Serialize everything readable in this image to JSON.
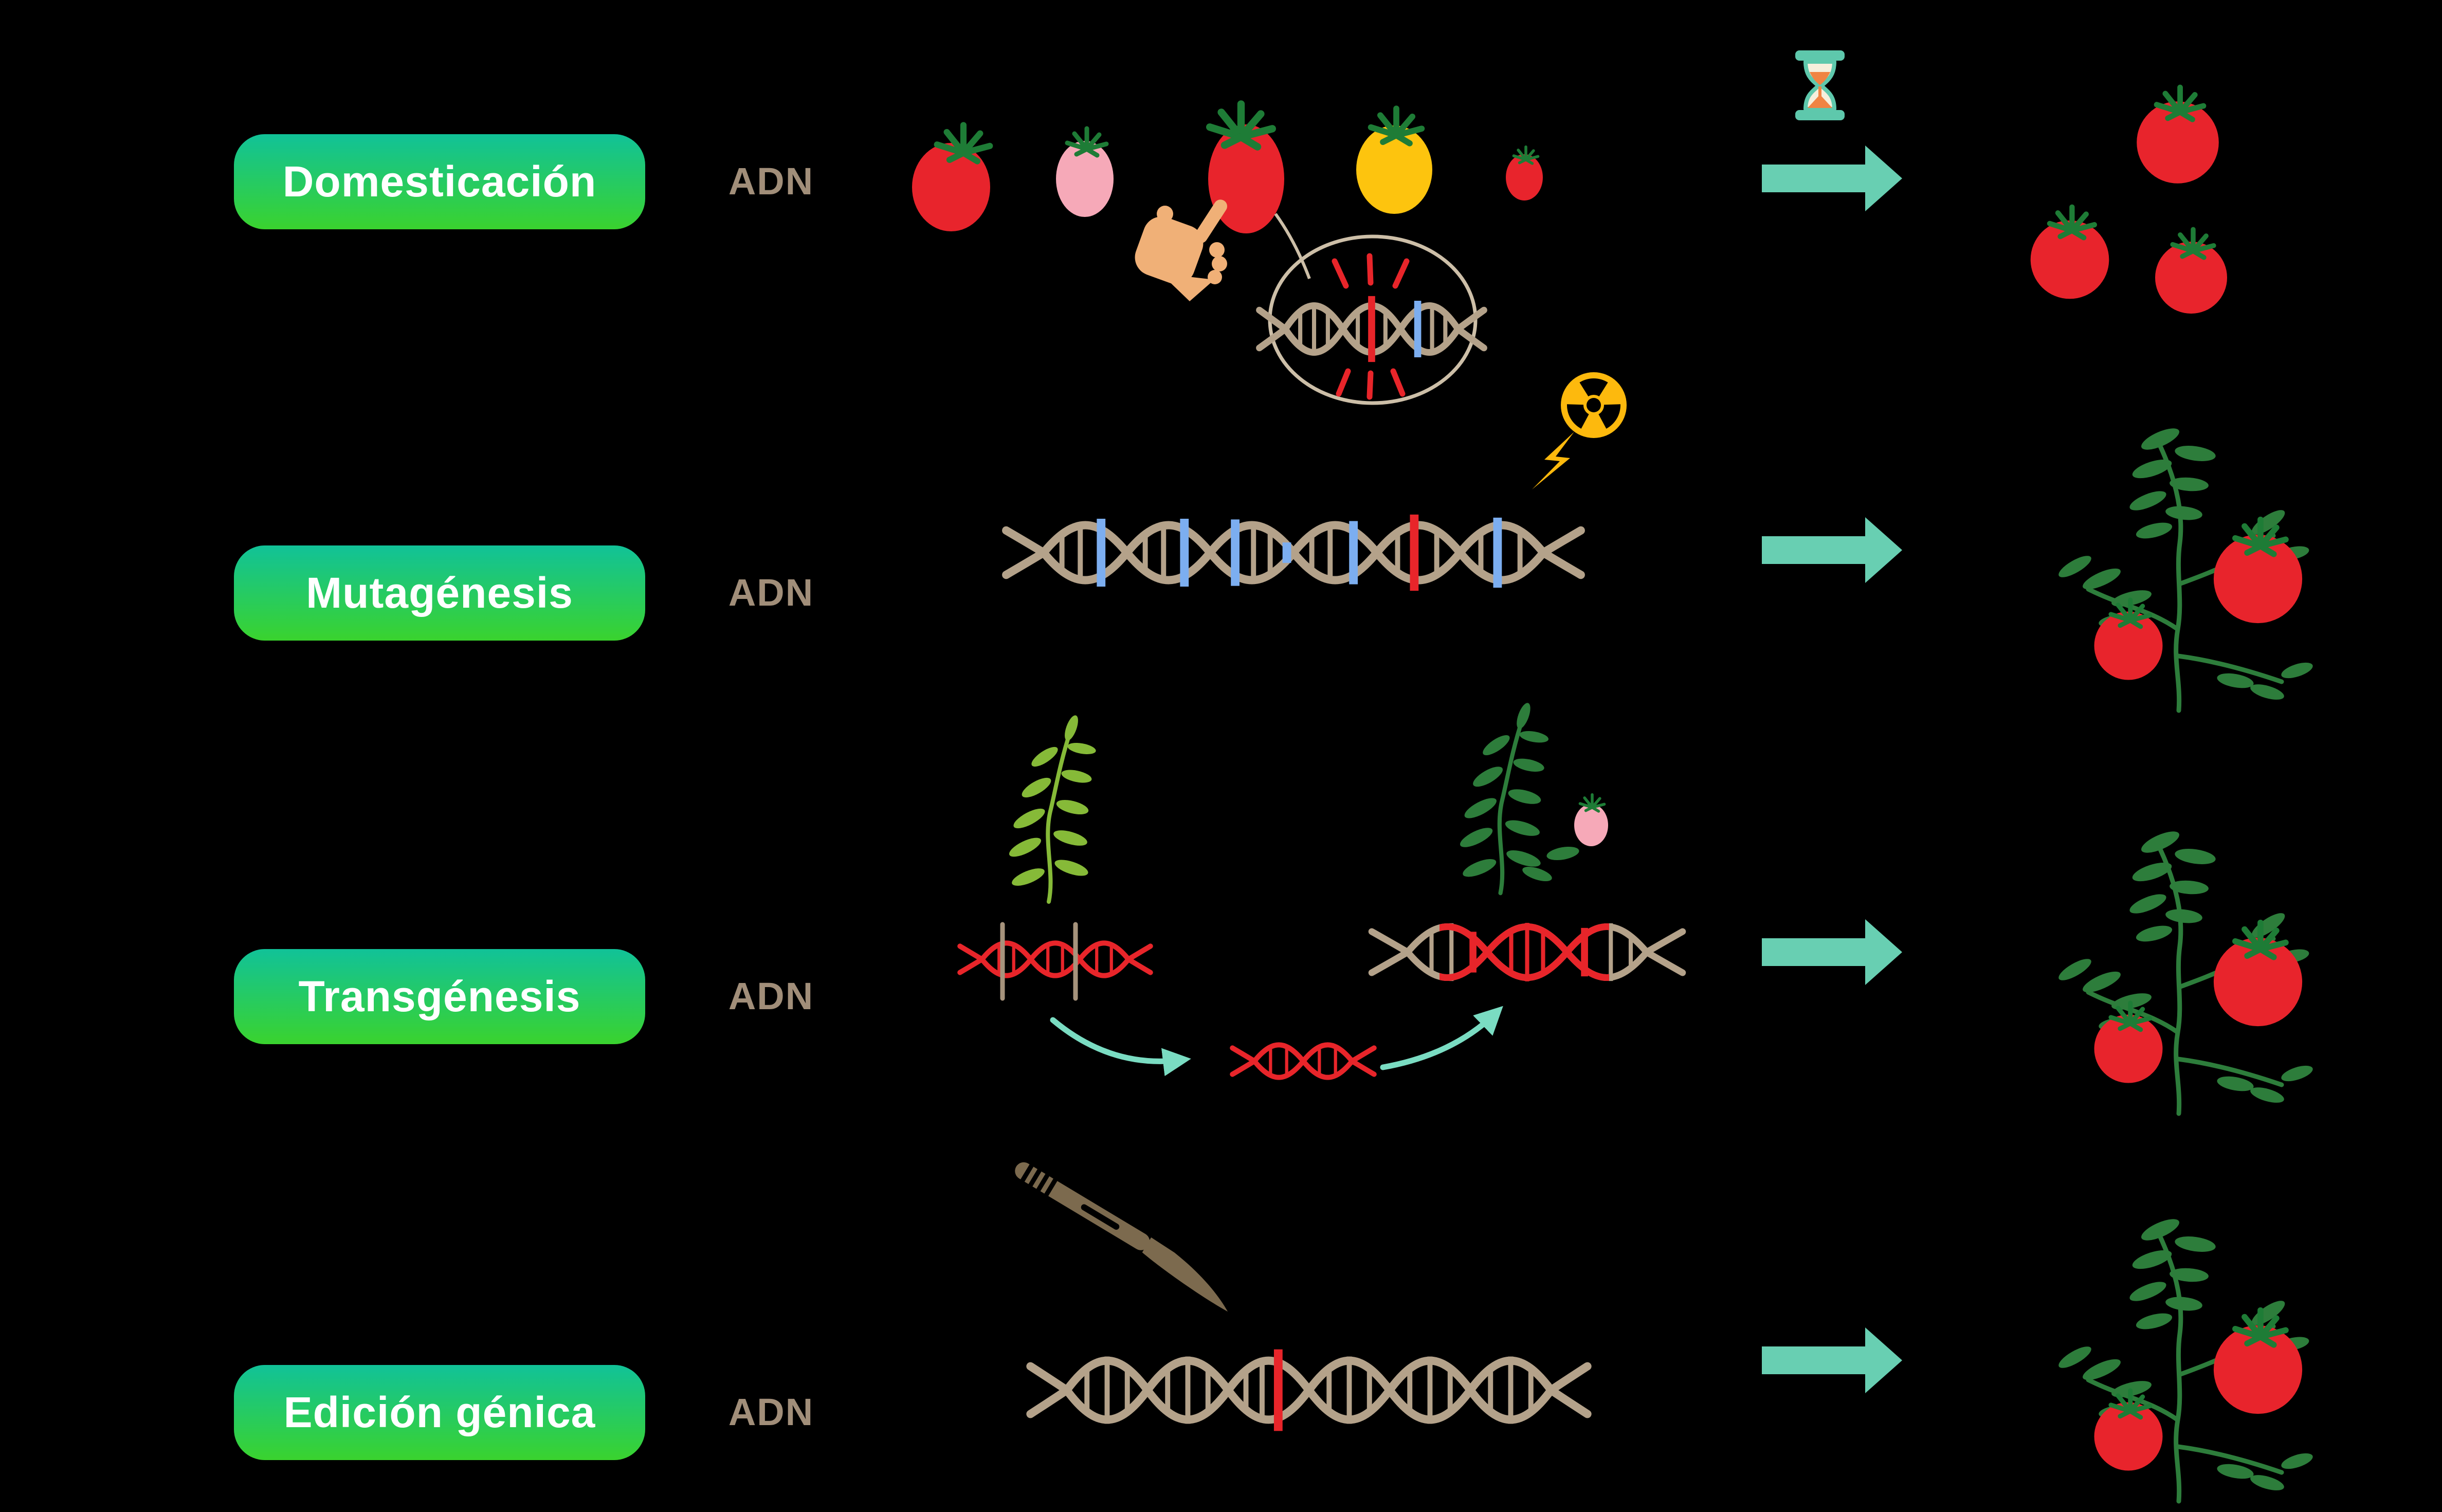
{
  "rows": [
    {
      "label": "Domesticación",
      "adn_label": "ADN"
    },
    {
      "label": "Mutagénesis",
      "adn_label": "ADN"
    },
    {
      "label": "Transgénesis",
      "adn_label": "ADN"
    },
    {
      "label": "Edición génica",
      "adn_label": "ADN"
    }
  ],
  "icons": {
    "hand-pointer-icon": "👆",
    "hourglass-icon": "⏳",
    "radiation-icon": "☢",
    "lightning-icon": "⚡",
    "scalpel-icon": "🔪",
    "magnifier-icon": "🔍",
    "arrow-right-icon": "➡",
    "dna-icon": "🧬",
    "tomato-icon": "🍅",
    "plant-icon": "🌿"
  },
  "colors": {
    "background": "#000000",
    "pill_top": "#11c298",
    "pill_bottom": "#3ad32e",
    "pill_text": "#ffffff",
    "adn_text": "#a18e79",
    "dna_tan": "#b4a28a",
    "dna_blue": "#7caef0",
    "dna_red": "#e8252a",
    "tomato_red": "#e8242c",
    "tomato_pink": "#f6a9b8",
    "tomato_yellow": "#fdc40e",
    "calyx_green": "#1e7c36",
    "plant_green": "#2d7d3b",
    "light_plant_green": "#86ba38",
    "arrow_teal": "#68cfb2",
    "curved_arrow_teal": "#7adcc2",
    "hourglass_teal": "#5ec8ac",
    "hourglass_sand": "#f08443",
    "hourglass_glass": "#f6efdc",
    "radiation_yellow": "#fdb90d",
    "hand_skin": "#f0b077",
    "scalpel_brown": "#7c6a4e",
    "magnifier_ring": "#cdbfa8",
    "cut_line_tan": "#a6937c"
  }
}
